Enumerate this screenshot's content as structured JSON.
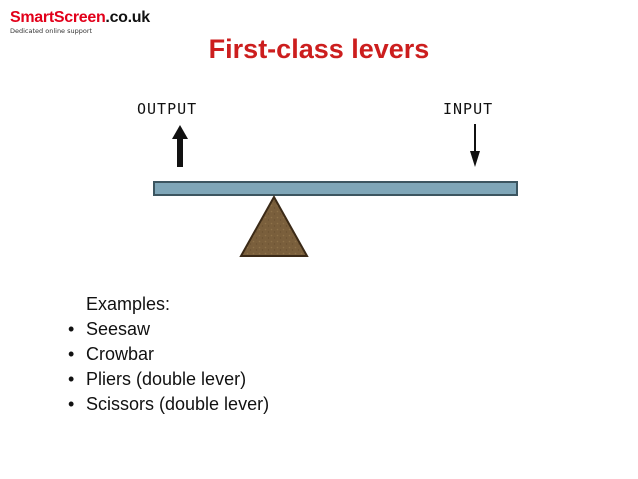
{
  "logo": {
    "brand_primary": "SmartScreen",
    "brand_suffix": ".co.uk",
    "tagline": "Dedicated online support"
  },
  "slide": {
    "title": "First-class levers"
  },
  "diagram": {
    "output_label": "OUTPUT",
    "input_label": "INPUT",
    "colors": {
      "beam_fill": "#7fa6b8",
      "beam_stroke": "#3c5560",
      "fulcrum_fill": "#7a5f3c",
      "fulcrum_stroke": "#3b2a17",
      "arrow": "#111111"
    }
  },
  "content": {
    "heading": "Examples:",
    "bullet_glyph": "•",
    "items": [
      "Seesaw",
      "Crowbar",
      "Pliers (double lever)",
      "Scissors (double lever)"
    ]
  },
  "colors": {
    "title": "#cc1e1e",
    "brand_red": "#e2001a",
    "text": "#111111"
  }
}
